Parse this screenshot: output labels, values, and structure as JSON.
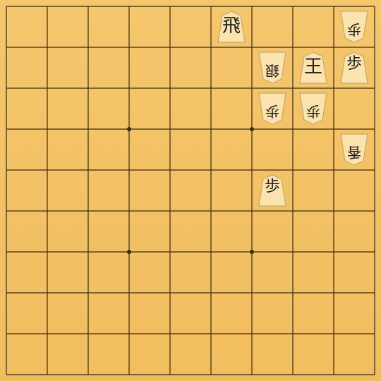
{
  "board": {
    "files": 9,
    "ranks": 9,
    "colors": {
      "wood": "#f3c265",
      "line": "#3a2a10",
      "piece_fill": "#fbe3b0",
      "piece_edge": "#c9a56a",
      "ink": "#1a1a1a"
    },
    "star_points": [
      {
        "col": 3,
        "row": 3
      },
      {
        "col": 6,
        "row": 3
      },
      {
        "col": 3,
        "row": 6
      },
      {
        "col": 6,
        "row": 6
      }
    ]
  },
  "pieces": [
    {
      "id": "rook-sente",
      "label": "飛",
      "icon": "rook-piece",
      "owner": "sente",
      "col": 5,
      "row": 0
    },
    {
      "id": "pawn-gote-1",
      "label": "歩",
      "icon": "pawn-piece",
      "owner": "gote",
      "col": 8,
      "row": 0
    },
    {
      "id": "silver-gote",
      "label": "銀",
      "icon": "silver-general-piece",
      "owner": "gote",
      "col": 6,
      "row": 1
    },
    {
      "id": "king-sente",
      "label": "王",
      "icon": "king-piece",
      "owner": "sente",
      "col": 7,
      "row": 1
    },
    {
      "id": "pawn-sente-1",
      "label": "歩",
      "icon": "pawn-piece",
      "owner": "sente",
      "col": 8,
      "row": 1
    },
    {
      "id": "pawn-gote-2",
      "label": "歩",
      "icon": "pawn-piece",
      "owner": "gote",
      "col": 6,
      "row": 2
    },
    {
      "id": "pawn-gote-3",
      "label": "歩",
      "icon": "pawn-piece",
      "owner": "gote",
      "col": 7,
      "row": 2
    },
    {
      "id": "lance-gote",
      "label": "香",
      "icon": "lance-piece",
      "owner": "gote",
      "col": 8,
      "row": 3
    },
    {
      "id": "pawn-sente-2",
      "label": "歩",
      "icon": "pawn-piece",
      "owner": "sente",
      "col": 6,
      "row": 4
    }
  ]
}
